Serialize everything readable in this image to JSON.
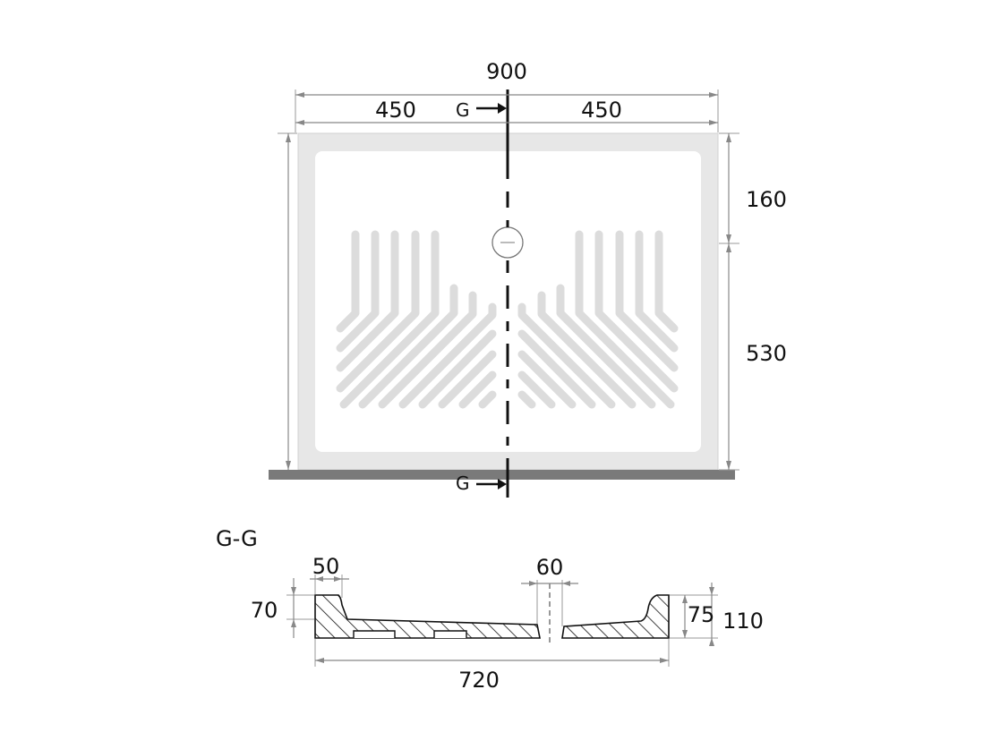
{
  "plan": {
    "dim_total_width": "900",
    "dim_left_half": "450",
    "dim_right_half": "450",
    "dim_upper_depth": "160",
    "dim_lower_depth": "530",
    "section_marker_top": "G",
    "section_marker_bottom": "G"
  },
  "section": {
    "title": "G-G",
    "dim_rim_width": "50",
    "dim_drain_width": "60",
    "dim_left_height": "70",
    "dim_right_inner_height": "75",
    "dim_right_total_height": "110",
    "dim_inner_length": "720"
  },
  "colors": {
    "tray_outer": "#e7e7e7",
    "tray_inner": "#ffffff",
    "floor_bar": "#7a7a7a",
    "line": "#111111",
    "dimension": "#888888"
  }
}
